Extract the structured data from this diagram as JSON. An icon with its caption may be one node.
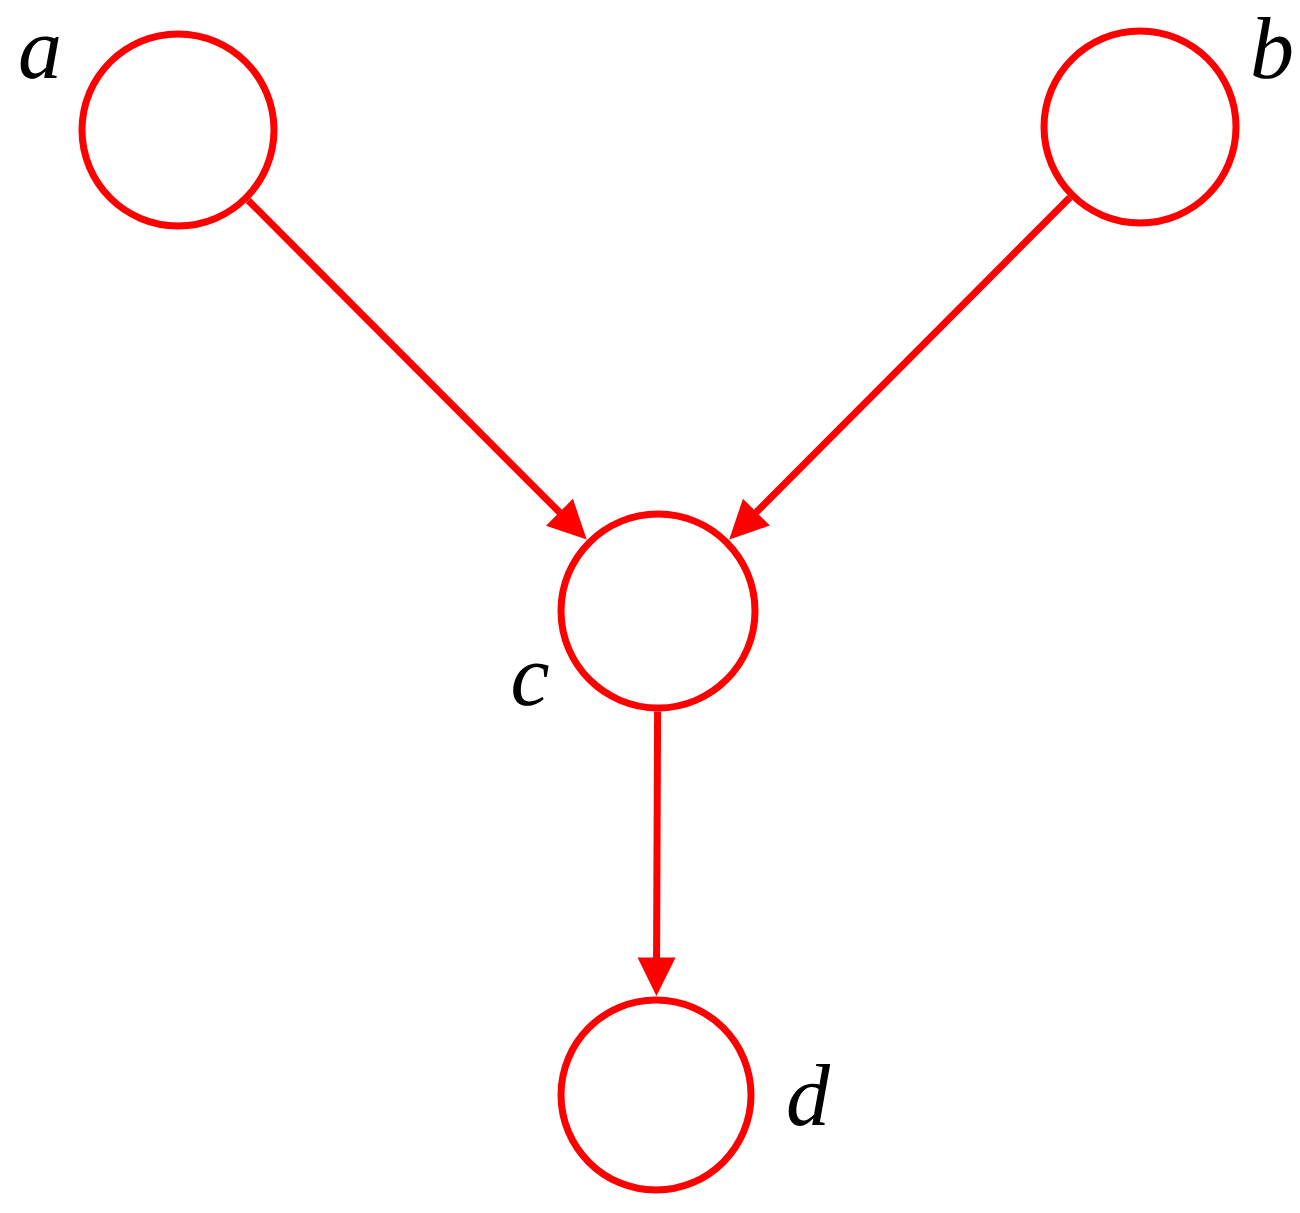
{
  "diagram": {
    "nodes": [
      {
        "text": [],
        "shape": "circle",
        "beside": [
          "a"
        ]
      },
      {
        "text": [],
        "shape": "circle",
        "beside": [
          "b"
        ]
      },
      {
        "text": [],
        "shape": "circle",
        "beside": [
          "c"
        ]
      },
      {
        "text": [],
        "shape": "circle",
        "beside": [
          "d"
        ]
      }
    ],
    "edges": [
      {
        "from": 0,
        "to": 2,
        "arrow": "to"
      },
      {
        "from": 1,
        "to": 2,
        "arrow": "to"
      },
      {
        "from": 2,
        "to": 3,
        "arrow": "to"
      }
    ]
  }
}
